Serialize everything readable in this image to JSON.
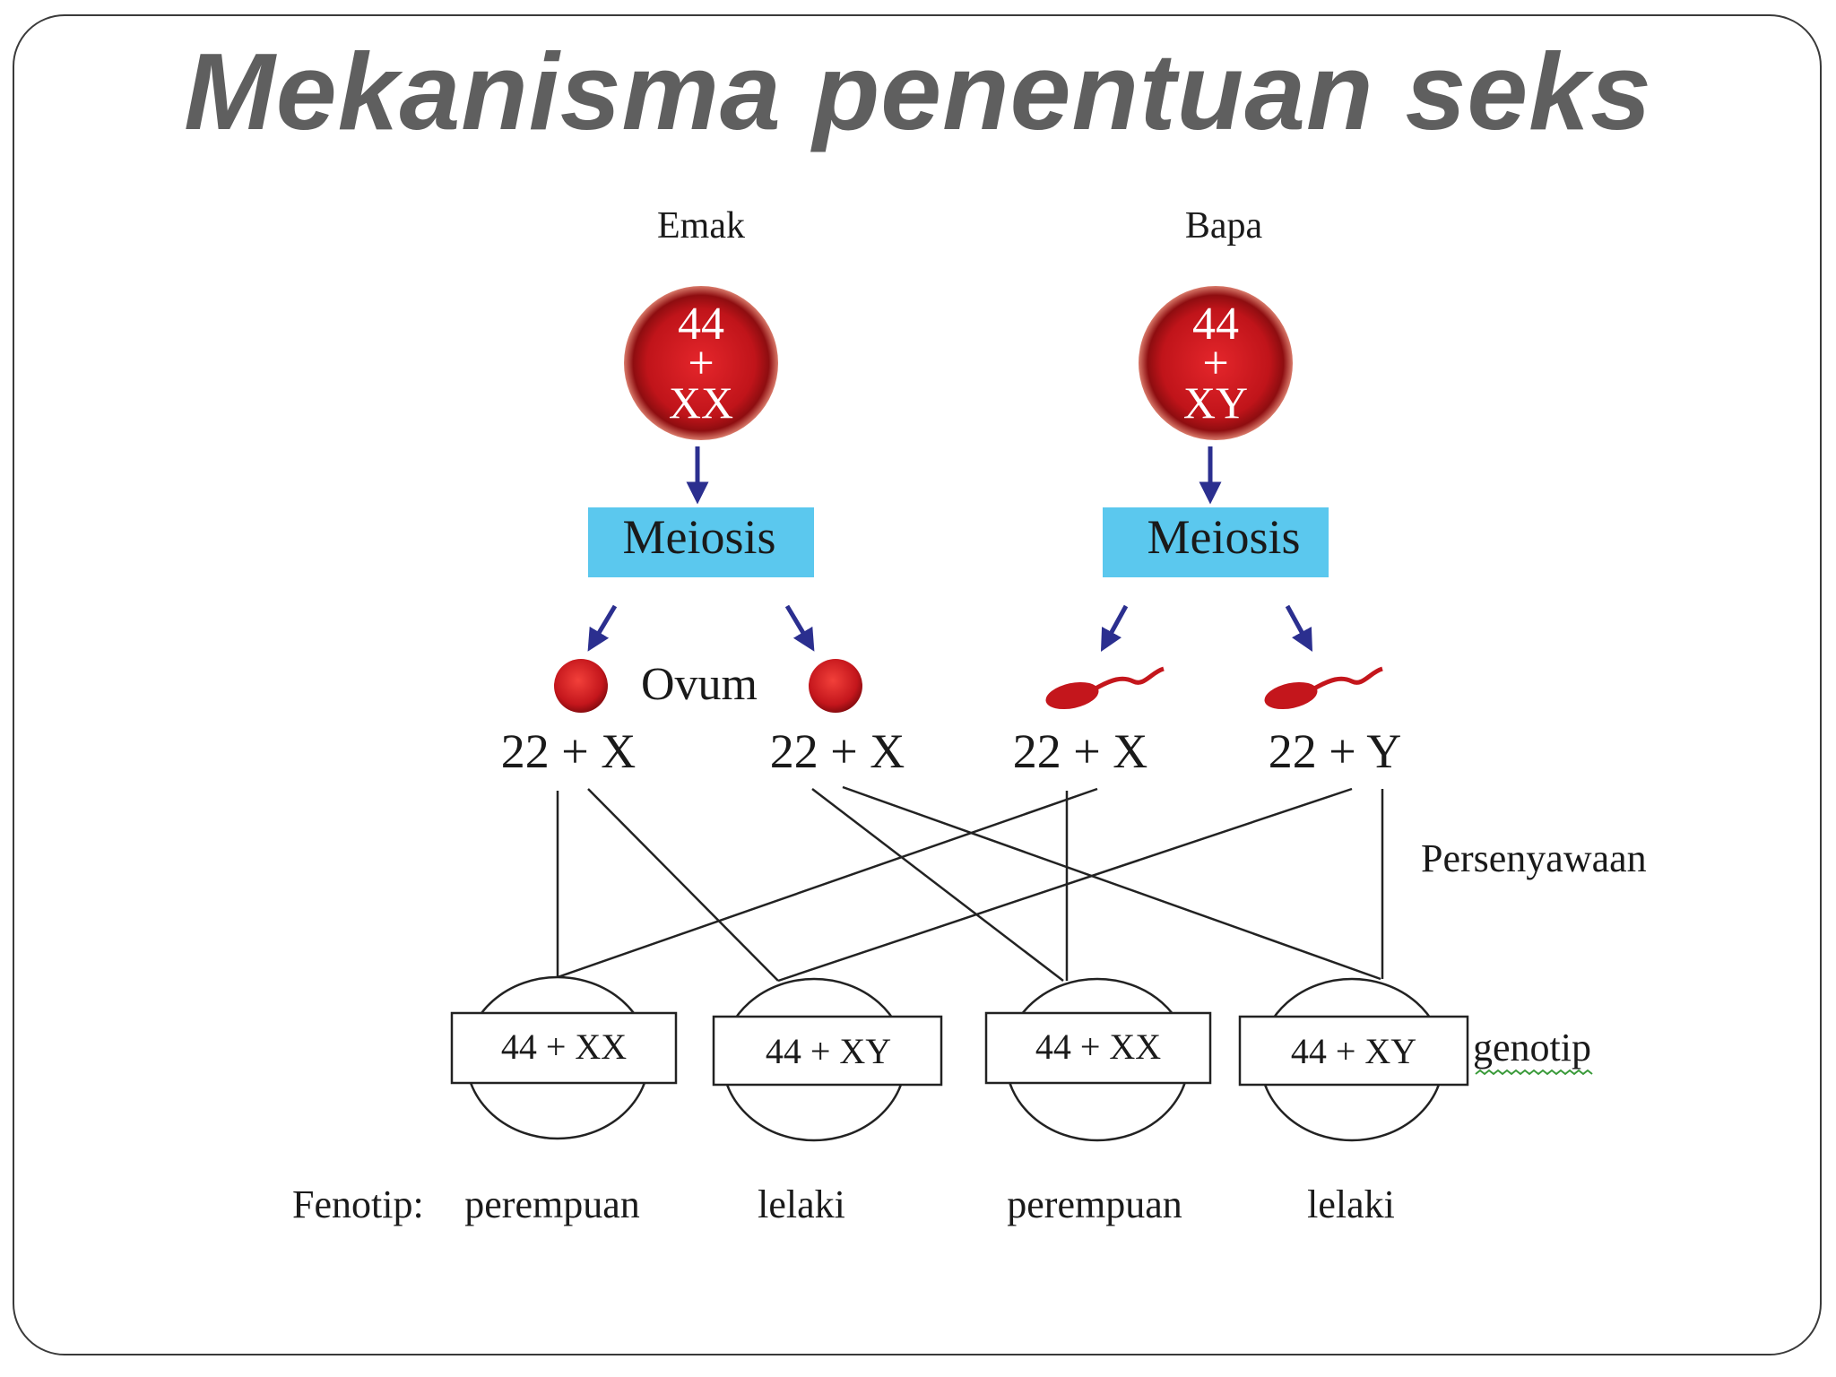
{
  "slide": {
    "title": "Mekanisma penentuan seks"
  },
  "parents": {
    "mother": {
      "label": "Emak",
      "chromosomes": [
        "44",
        "+",
        "XX"
      ]
    },
    "father": {
      "label": "Bapa",
      "chromosomes": [
        "44",
        "+",
        "XY"
      ]
    }
  },
  "meiosis": {
    "mother_label": "Meiosis",
    "father_label": "Meiosis"
  },
  "gametes": {
    "ovum_label": "Ovum",
    "items": [
      {
        "type": "ovum",
        "genotype": "22 + X"
      },
      {
        "type": "ovum",
        "genotype": "22 + X"
      },
      {
        "type": "sperm",
        "genotype": "22 + X"
      },
      {
        "type": "sperm",
        "genotype": "22 + Y"
      }
    ]
  },
  "fertilization_label": "Persenyawaan",
  "genotype_label": "genotip",
  "offspring": [
    {
      "genotype": "44 + XX",
      "phenotype": "perempuan"
    },
    {
      "genotype": "44 + XY",
      "phenotype": "lelaki"
    },
    {
      "genotype": "44 + XX",
      "phenotype": "perempuan"
    },
    {
      "genotype": "44 + XY",
      "phenotype": "lelaki"
    }
  ],
  "phenotype_label": "Fenotip:",
  "colors": {
    "title": "#5f5f5f",
    "cell_red": "#c4161c",
    "meiosis_box": "#5bc8ee",
    "arrow": "#2b2f8f",
    "line": "#222222"
  }
}
